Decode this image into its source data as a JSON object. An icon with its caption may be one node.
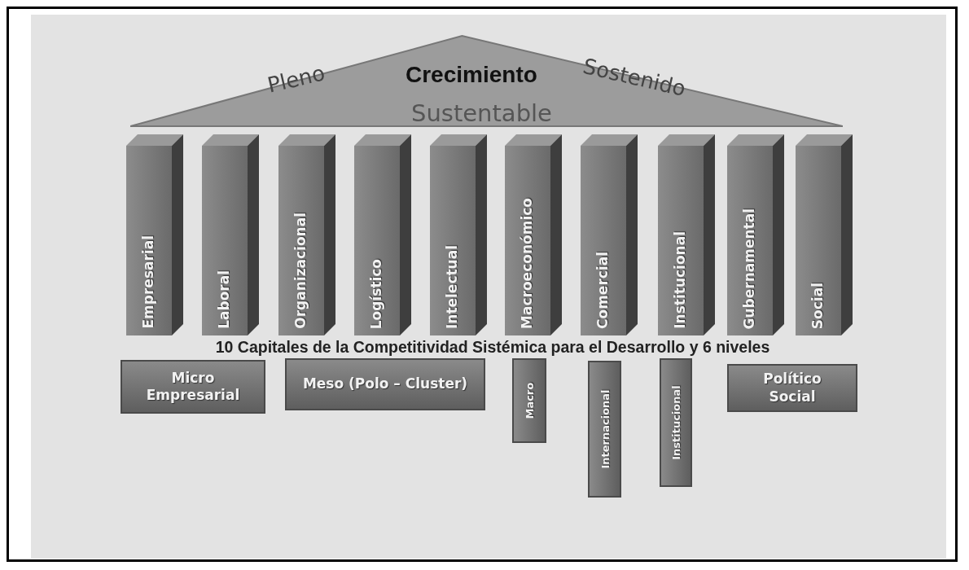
{
  "diagram": {
    "nodes": [
      {
        "text": [
          "Pleno",
          "Crecimiento",
          "Sostenido",
          "Sustentable"
        ]
      },
      {
        "text": [
          "Empresarial"
        ]
      },
      {
        "text": [
          "Laboral"
        ]
      },
      {
        "text": [
          "Organizacional"
        ]
      },
      {
        "text": [
          "Logístico"
        ]
      },
      {
        "text": [
          "Intelectual"
        ]
      },
      {
        "text": [
          "Macroeconómico"
        ]
      },
      {
        "text": [
          "Comercial"
        ]
      },
      {
        "text": [
          "Institucional"
        ]
      },
      {
        "text": [
          "Gubernamental"
        ]
      },
      {
        "text": [
          "Social"
        ]
      },
      {
        "text": [
          "Micro Empresarial"
        ]
      },
      {
        "text": [
          "Meso (Polo – Cluster)"
        ]
      },
      {
        "text": [
          "Macro"
        ]
      },
      {
        "text": [
          "Internacional"
        ]
      },
      {
        "text": [
          "Institucional"
        ]
      },
      {
        "text": [
          "Político Social"
        ]
      }
    ],
    "labels": [
      "10 Capitales de la Competitividad Sistémica para el Desarrollo y 6 niveles"
    ]
  }
}
